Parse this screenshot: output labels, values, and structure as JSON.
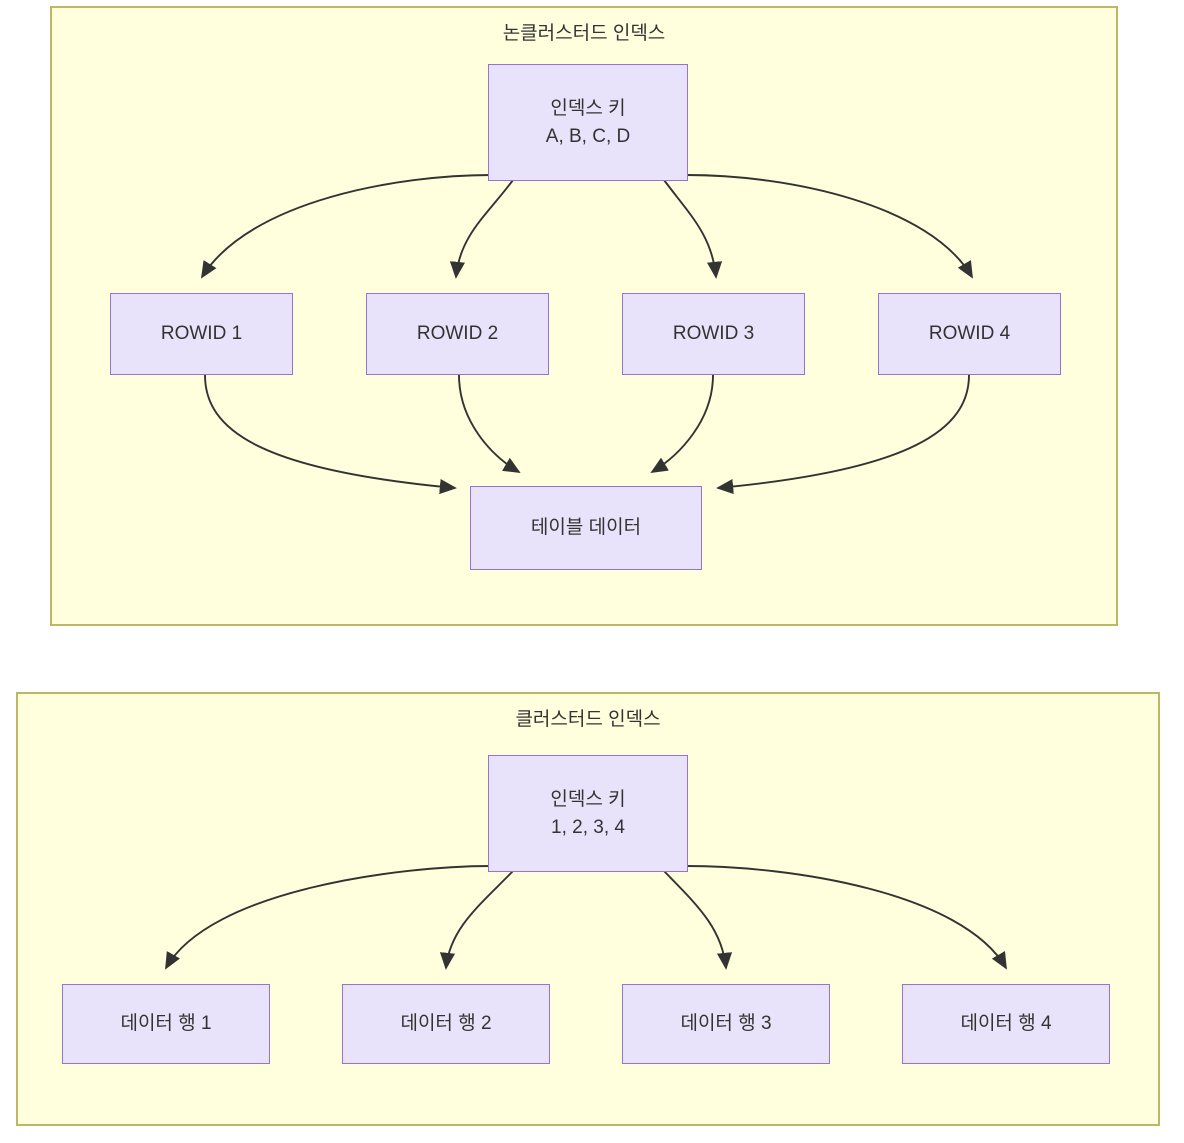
{
  "diagram": {
    "type": "flowchart",
    "background_color": "#ffffff",
    "panel_fill": "#ffffde",
    "panel_border": "#bfb763",
    "node_fill": "#e8e3fa",
    "node_border": "#9673d3",
    "edge_color": "#333333",
    "text_color": "#333333"
  },
  "panels": [
    {
      "id": "nonclustered",
      "title": "논클러스터드 인덱스",
      "nodes": {
        "index_key": {
          "line1": "인덱스 키",
          "line2": "A, B, C, D"
        },
        "rowid_1": {
          "label": "ROWID 1"
        },
        "rowid_2": {
          "label": "ROWID 2"
        },
        "rowid_3": {
          "label": "ROWID 3"
        },
        "rowid_4": {
          "label": "ROWID 4"
        },
        "table_data": {
          "label": "테이블 데이터"
        }
      },
      "edges": [
        {
          "from": "index_key",
          "to": "rowid_1"
        },
        {
          "from": "index_key",
          "to": "rowid_2"
        },
        {
          "from": "index_key",
          "to": "rowid_3"
        },
        {
          "from": "index_key",
          "to": "rowid_4"
        },
        {
          "from": "rowid_1",
          "to": "table_data"
        },
        {
          "from": "rowid_2",
          "to": "table_data"
        },
        {
          "from": "rowid_3",
          "to": "table_data"
        },
        {
          "from": "rowid_4",
          "to": "table_data"
        }
      ]
    },
    {
      "id": "clustered",
      "title": "클러스터드 인덱스",
      "nodes": {
        "index_key": {
          "line1": "인덱스 키",
          "line2": "1, 2, 3, 4"
        },
        "data_row_1": {
          "label": "데이터 행 1"
        },
        "data_row_2": {
          "label": "데이터 행 2"
        },
        "data_row_3": {
          "label": "데이터 행 3"
        },
        "data_row_4": {
          "label": "데이터 행 4"
        }
      },
      "edges": [
        {
          "from": "index_key",
          "to": "data_row_1"
        },
        {
          "from": "index_key",
          "to": "data_row_2"
        },
        {
          "from": "index_key",
          "to": "data_row_3"
        },
        {
          "from": "index_key",
          "to": "data_row_4"
        }
      ]
    }
  ]
}
